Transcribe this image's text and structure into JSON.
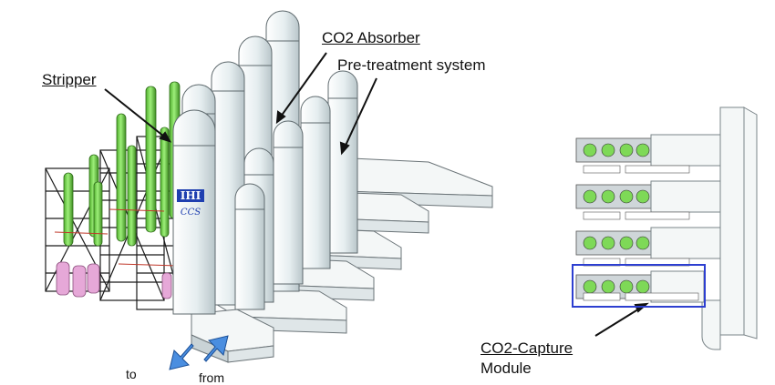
{
  "labels": {
    "stripper": "Stripper",
    "absorber": "CO2 Absorber",
    "pretreatment": "Pre-treatment system",
    "module_line1": "CO2-Capture",
    "module_line2": "Module",
    "to": "to",
    "from": "from"
  },
  "logo": {
    "company": "IHI",
    "sub": "CCS"
  },
  "colors": {
    "column_green": "#7ed957",
    "frame_black": "#1a1a1a",
    "tank_pink": "#e6a8d8",
    "duct_white": "#f4f7f7",
    "duct_shade": "#c9d3d6",
    "logo_blue": "#1f3fb0",
    "module_frame_blue": "#2d3fd0",
    "arrow_blue": "#4a8ee0"
  }
}
